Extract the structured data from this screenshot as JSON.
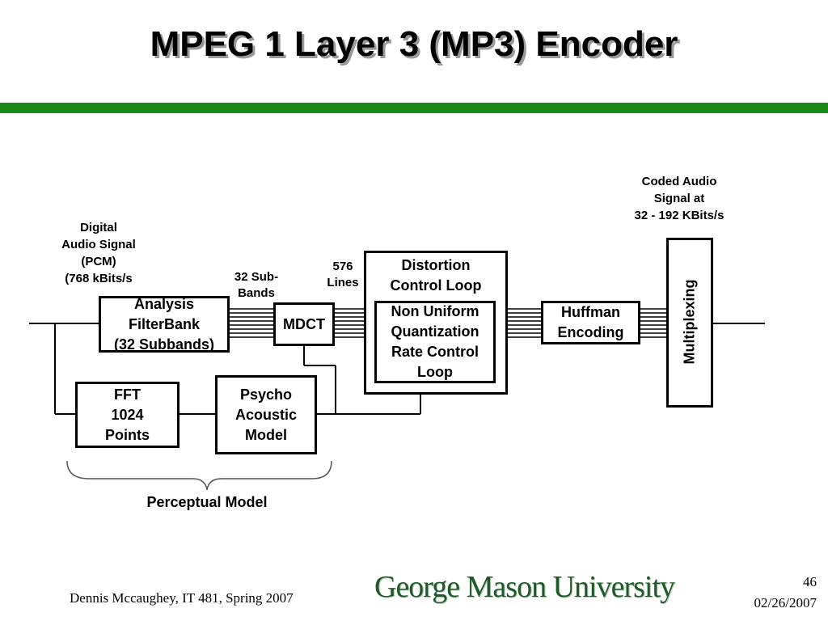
{
  "slide": {
    "title": "MPEG 1 Layer 3 (MP3) Encoder"
  },
  "diagram": {
    "input_label": "Digital\nAudio Signal\n(PCM)\n(768 kBits/s",
    "output_label": "Coded Audio\nSignal at\n32 - 192 KBits/s",
    "subbands_label": "32 Sub-\nBands",
    "lines_label": "576\nLines",
    "blocks": {
      "filterbank": "Analysis\nFilterBank\n(32 Subbands)",
      "mdct": "MDCT",
      "distortion_loop": "Distortion\nControl Loop",
      "quantization": "Non Uniform\nQuantization\nRate Control\nLoop",
      "huffman": "Huffman\nEncoding",
      "multiplexing": "Multiplexing",
      "fft": "FFT\n1024\nPoints",
      "psycho": "Psycho\nAcoustic\nModel"
    },
    "perceptual_label": "Perceptual Model"
  },
  "footer": {
    "author": "Dennis Mccaughey, IT 481, Spring 2007",
    "university": "George Mason University",
    "page_number": "46",
    "date": "02/26/2007"
  },
  "colors": {
    "accent_bar": "#1a8a1a",
    "logo_text": "#1f5a2a"
  }
}
